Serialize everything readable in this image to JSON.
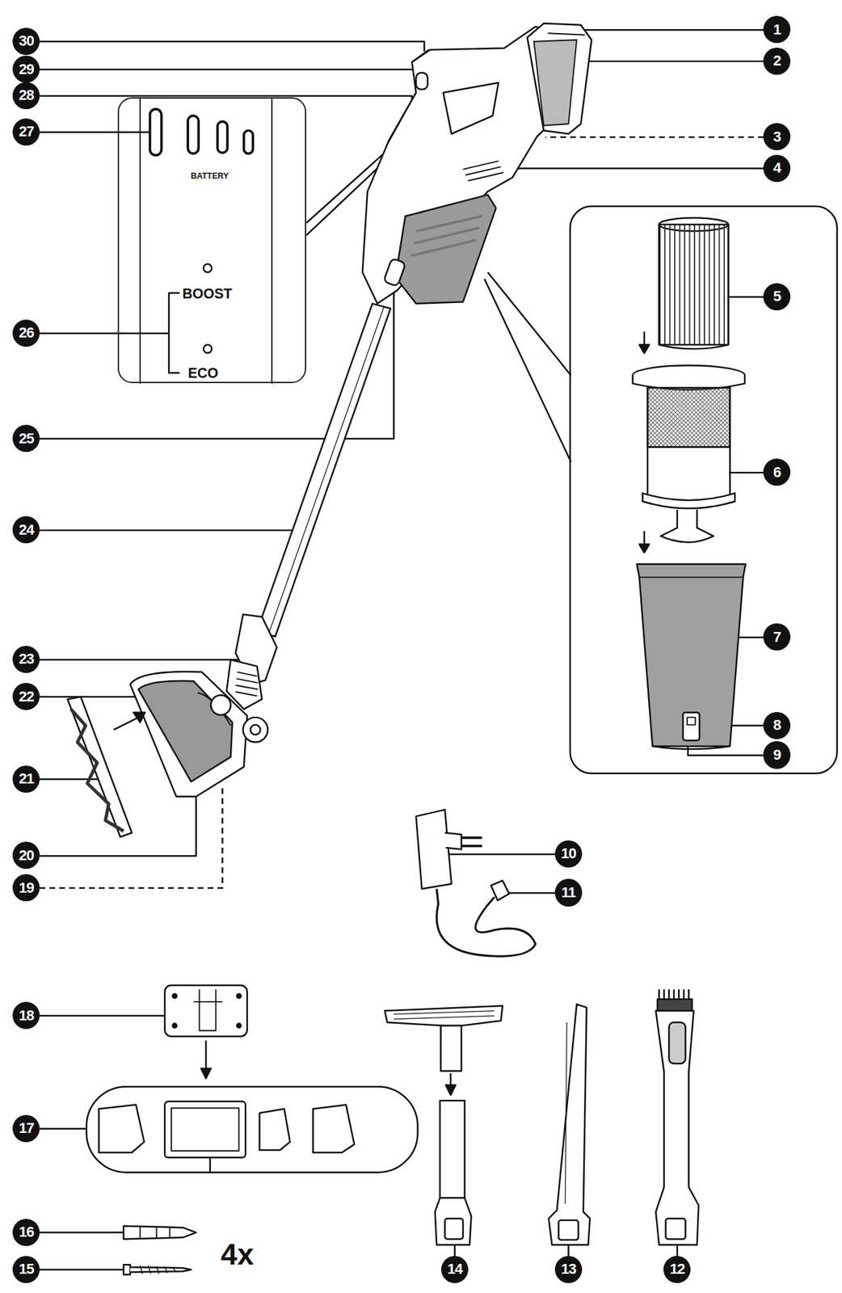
{
  "diagram": {
    "nodes": [
      {
        "text": [
          "BATTERY",
          "BOOST",
          "ECO"
        ]
      },
      {
        "text": [
          "1"
        ]
      },
      {
        "text": [
          "2"
        ]
      },
      {
        "text": [
          "3"
        ]
      },
      {
        "text": [
          "4"
        ]
      },
      {
        "text": [
          "5"
        ]
      },
      {
        "text": [
          "6"
        ]
      },
      {
        "text": [
          "7"
        ]
      },
      {
        "text": [
          "8"
        ]
      },
      {
        "text": [
          "9"
        ]
      },
      {
        "text": [
          "10"
        ]
      },
      {
        "text": [
          "11"
        ]
      },
      {
        "text": [
          "12"
        ]
      },
      {
        "text": [
          "13"
        ]
      },
      {
        "text": [
          "14"
        ]
      },
      {
        "text": [
          "15"
        ]
      },
      {
        "text": [
          "16"
        ]
      },
      {
        "text": [
          "17"
        ]
      },
      {
        "text": [
          "18"
        ]
      },
      {
        "text": [
          "19"
        ]
      },
      {
        "text": [
          "20"
        ]
      },
      {
        "text": [
          "21"
        ]
      },
      {
        "text": [
          "22"
        ]
      },
      {
        "text": [
          "23"
        ]
      },
      {
        "text": [
          "24"
        ]
      },
      {
        "text": [
          "25"
        ]
      },
      {
        "text": [
          "26"
        ]
      },
      {
        "text": [
          "27"
        ]
      },
      {
        "text": [
          "28"
        ]
      },
      {
        "text": [
          "29"
        ]
      },
      {
        "text": [
          "30"
        ]
      }
    ],
    "labels": [
      "4x"
    ]
  }
}
